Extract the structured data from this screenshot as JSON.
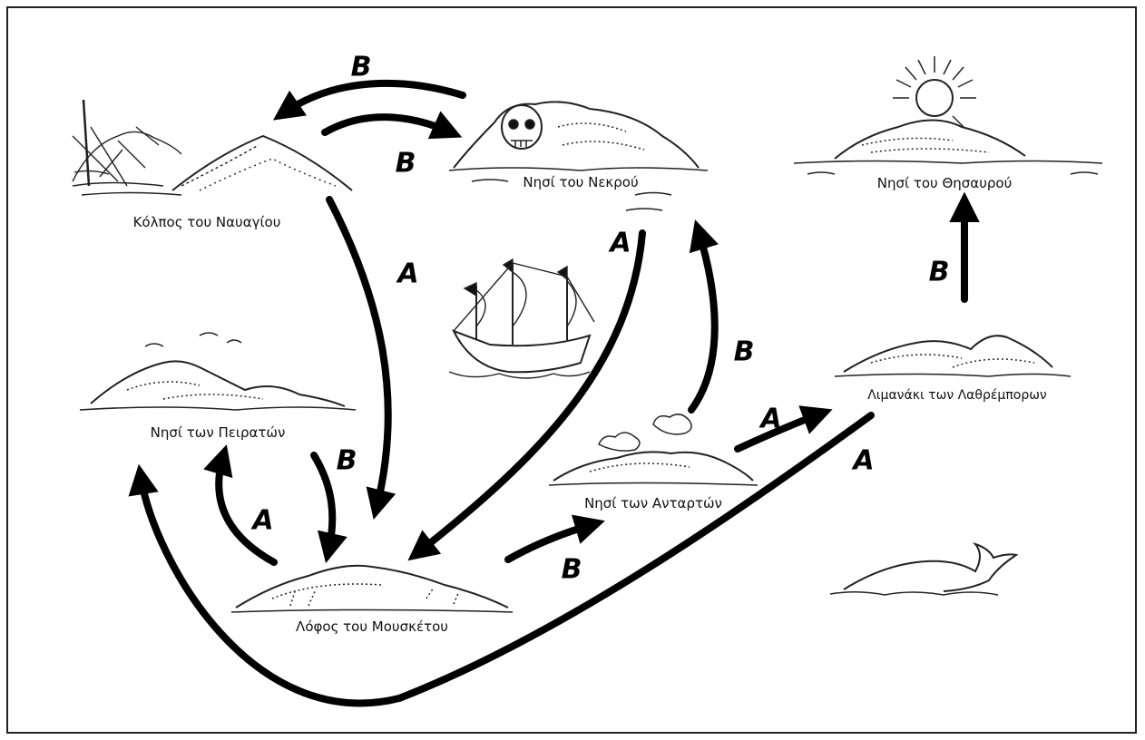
{
  "map": {
    "places": {
      "shipwreck_bay": "Κόλπος του Ναυαγίου",
      "dead_mans_island": "Νησί του Νεκρού",
      "treasure_island": "Νησί του Θησαυρού",
      "pirates_island": "Νησί των Πειρατών",
      "smugglers_cove": "Λιμανάκι των Λαθρέμπορων",
      "rebels_island": "Νησί των Ανταρτών",
      "musket_hill": "Λόφος του Μουσκέτου"
    },
    "routes": [
      {
        "id": "deadman-to-shipwreck",
        "from": "dead_mans_island",
        "to": "shipwreck_bay",
        "label": "B"
      },
      {
        "id": "shipwreck-to-deadman",
        "from": "shipwreck_bay",
        "to": "dead_mans_island",
        "label": "B"
      },
      {
        "id": "shipwreck-to-musket",
        "from": "shipwreck_bay",
        "to": "musket_hill",
        "label": "A"
      },
      {
        "id": "deadman-to-musket",
        "from": "dead_mans_island",
        "to": "musket_hill",
        "label": "A"
      },
      {
        "id": "rebels-to-deadman",
        "from": "rebels_island",
        "to": "dead_mans_island",
        "label": "B"
      },
      {
        "id": "smugglers-to-treasure",
        "from": "smugglers_cove",
        "to": "treasure_island",
        "label": "B"
      },
      {
        "id": "rebels-to-smugglers",
        "from": "rebels_island",
        "to": "smugglers_cove",
        "label": "A"
      },
      {
        "id": "smugglers-to-pirates",
        "from": "smugglers_cove",
        "to": "pirates_island",
        "label": "A"
      },
      {
        "id": "pirates-to-musket",
        "from": "pirates_island",
        "to": "musket_hill",
        "label": "B"
      },
      {
        "id": "musket-to-pirates",
        "from": "musket_hill",
        "to": "pirates_island",
        "label": "A"
      },
      {
        "id": "musket-to-rebels",
        "from": "musket_hill",
        "to": "rebels_island",
        "label": "B"
      }
    ]
  }
}
